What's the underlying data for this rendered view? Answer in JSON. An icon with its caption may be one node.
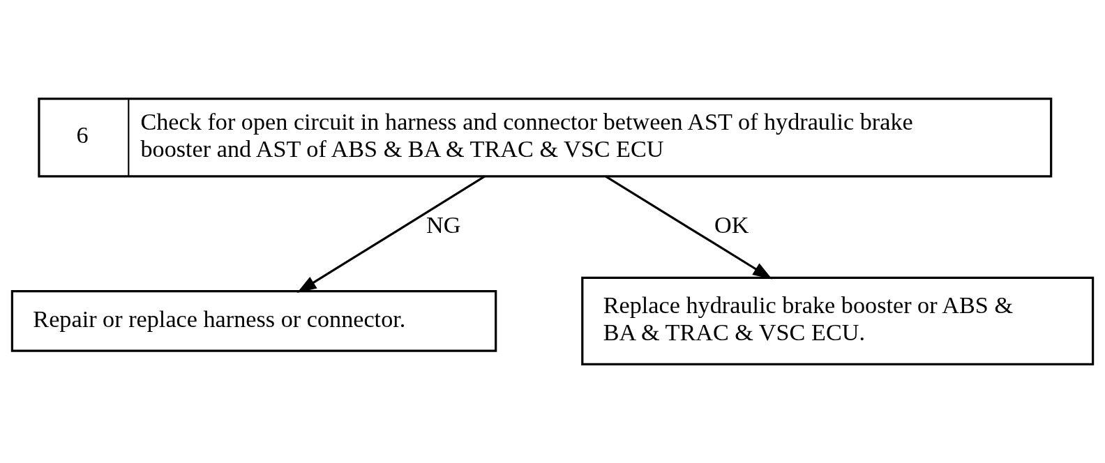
{
  "diagram": {
    "nodes": [
      {
        "text": [
          "6",
          "Check for open circuit in harness and connector between AST of hydraulic brake booster and AST of ABS & BA & TRAC & VSC ECU"
        ]
      },
      {
        "text": [
          "Repair or replace harness or connector."
        ]
      },
      {
        "text": [
          "Replace hydraulic brake booster or ABS & BA & TRAC & VSC ECU."
        ]
      }
    ],
    "edges": [
      {
        "from": 0,
        "to": 1,
        "arrow": "to",
        "label": "NG"
      },
      {
        "from": 0,
        "to": 2,
        "arrow": "to",
        "label": "OK"
      }
    ]
  }
}
